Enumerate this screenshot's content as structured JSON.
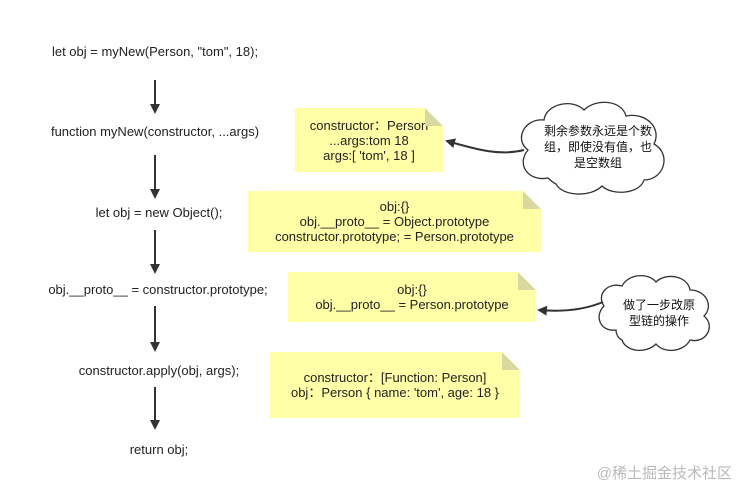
{
  "steps": [
    "let obj = myNew(Person, \"tom\", 18);",
    "function myNew(constructor, ...args)",
    "let obj = new Object();",
    "obj.__proto__ = constructor.prototype;",
    "constructor.apply(obj, args);",
    "return obj;"
  ],
  "notes": [
    {
      "lines": [
        "constructor：Person",
        "...args:tom 18",
        "args:[ 'tom', 18 ]"
      ]
    },
    {
      "lines": [
        "obj:{}",
        "obj.__proto__ = Object.prototype",
        "constructor.prototype; = Person.prototype"
      ]
    },
    {
      "lines": [
        "obj:{}",
        "obj.__proto__ = Person.prototype"
      ]
    },
    {
      "lines": [
        "constructor：[Function: Person]",
        "obj：Person { name: 'tom', age: 18 }"
      ]
    }
  ],
  "clouds": [
    {
      "lines": [
        "剩余参数永远是个数",
        "组，即使没有值，也",
        "是空数组"
      ]
    },
    {
      "lines": [
        "做了一步改原",
        "型链的操作"
      ]
    }
  ],
  "watermark": "@稀土掘金技术社区",
  "colors": {
    "note_bg": "#ffffa8",
    "note_fold": "#d8d8a0",
    "arrow": "#333333"
  }
}
